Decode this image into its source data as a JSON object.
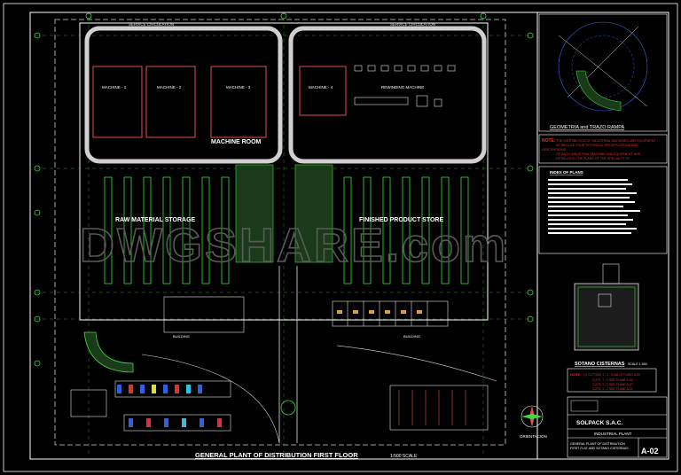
{
  "drawing": {
    "main_title": "GENERAL PLANT OF DISTRIBUTION FIRST FLOOR",
    "main_scale": "1:500 SCALE",
    "watermark": "DWGSHARE.com",
    "service_circulation_left": "SERVICE CIRCULATION",
    "service_circulation_right": "SERVICE CIRCULATION",
    "machines": [
      "MACHINE - 1",
      "MACHINE - 2",
      "MACHINE - 3",
      "MACHINE - 4"
    ],
    "rewinding": "REWINDING MACHINE",
    "machine_room": "MACHINE ROOM",
    "raw_material": "RAW MATERIAL STORAGE",
    "finished_product": "FINISHED PRODUCT STORE",
    "building_label": "BUILDING",
    "orientation": "ORIENTACION",
    "ramp_title": "GEOMETRIA and TRAZO RAMPA",
    "note_label": "NOTE:",
    "note_line_1": "THE DISTRIBUTION OF INDUSTRIAL MACHINES AND EQUIPMENT",
    "note_line_2": "AS WELL AS YOUR TECHNICAL SPECIFICATIONS AND",
    "note_line_3": "DESCRIPTIONS",
    "note_line_4": "OF EACH INDUSTRIAL MACHINE AND EQUIPMENT, ARE",
    "note_line_5": "DETAILED IN THE PLANS OF THE SPECIALTY OF",
    "note_line_6": "INDUSTRIAL ENGINEERING",
    "index_title": "INDEX OF PLANS",
    "cistern_title": "SOTANO CISTERNAS",
    "cistern_scale": "SCALE 1:500",
    "cuts_label": "NOTE:",
    "cuts_line_1": "(1) CUTTING 1 - 2 - 3 AND 4 PLANO A-05",
    "cuts_line_2": "CUTS: 1 - 2 SEE PLANE A-06",
    "cuts_line_3": "CUTS: 1 - 2 SEE PLANE A-07",
    "cuts_line_4": "CUTS: 1 - 2 SEE PLANE A-11",
    "company": "SOLPACK S.A.C.",
    "project": "INDUSTRIAL PLANT",
    "sheet_desc_1": "GENERAL PLANT OF DISTRIBUTION",
    "sheet_desc_2": "FIRST FLAT AND SOTANO CISTERNAS",
    "sheet_number": "A-02"
  }
}
